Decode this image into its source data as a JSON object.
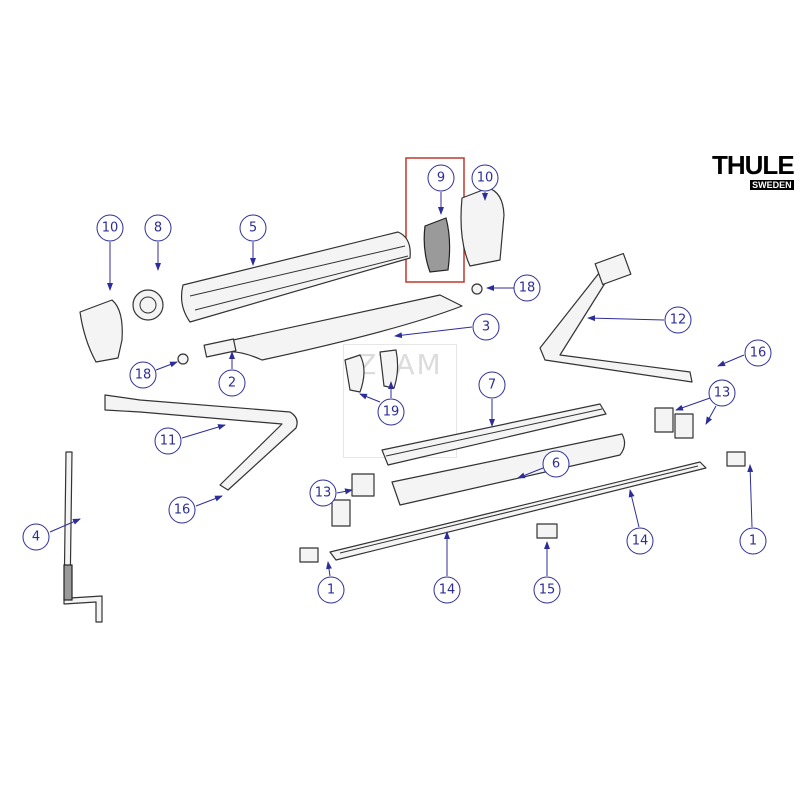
{
  "brand": {
    "logo": "THULE",
    "logo_sub": "SWEDEN"
  },
  "watermark": "ZYAM",
  "highlight_color": "#c0392b",
  "callout_color": "#2d2d9a",
  "callouts": [
    {
      "label": "9",
      "highlighted": true
    },
    {
      "label": "10"
    },
    {
      "label": "10"
    },
    {
      "label": "8"
    },
    {
      "label": "5"
    },
    {
      "label": "18"
    },
    {
      "label": "12"
    },
    {
      "label": "3"
    },
    {
      "label": "16"
    },
    {
      "label": "18"
    },
    {
      "label": "2"
    },
    {
      "label": "7"
    },
    {
      "label": "13"
    },
    {
      "label": "11"
    },
    {
      "label": "19"
    },
    {
      "label": "6"
    },
    {
      "label": "16"
    },
    {
      "label": "13"
    },
    {
      "label": "4"
    },
    {
      "label": "14"
    },
    {
      "label": "1"
    },
    {
      "label": "1"
    },
    {
      "label": "14"
    },
    {
      "label": "15"
    }
  ]
}
